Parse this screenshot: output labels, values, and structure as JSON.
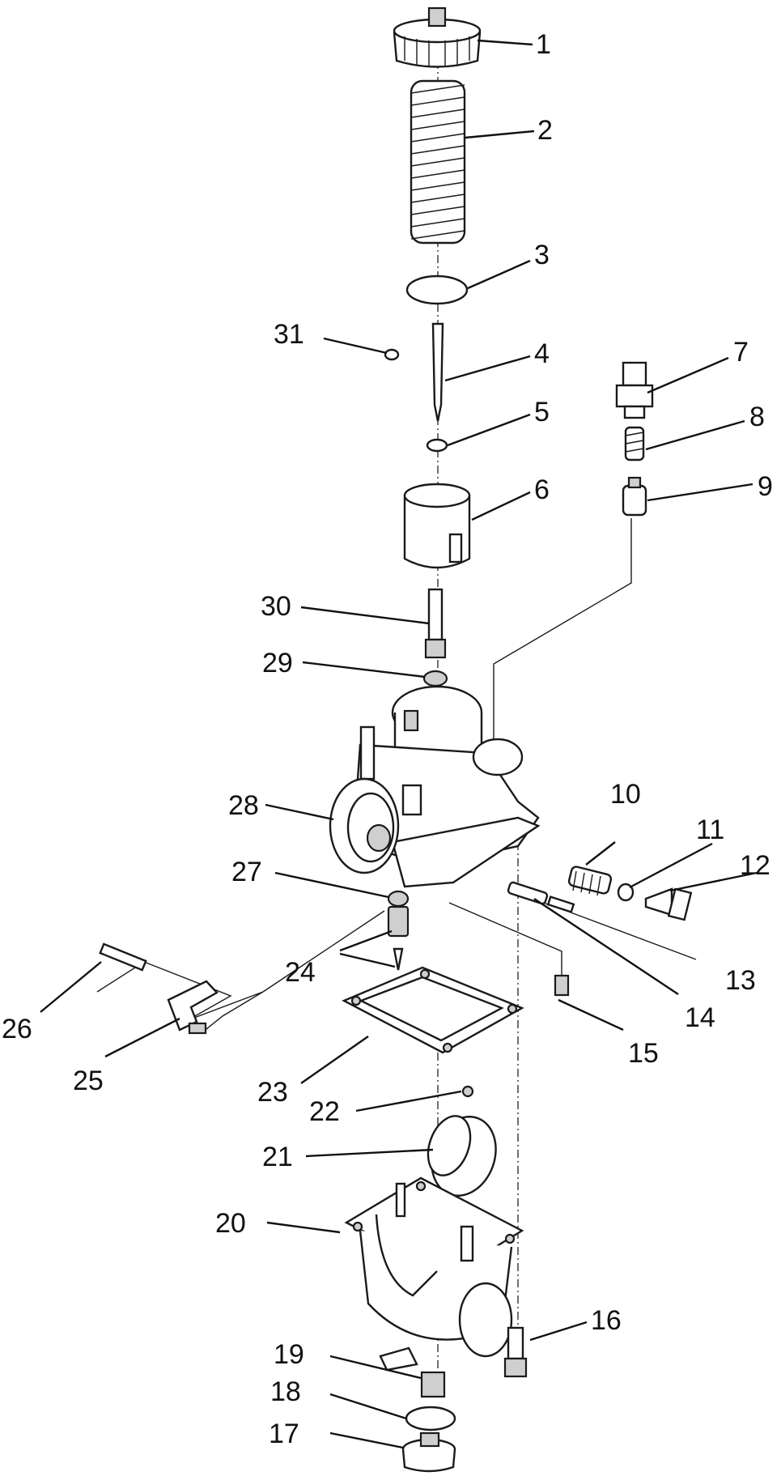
{
  "callouts": [
    "1",
    "2",
    "3",
    "4",
    "5",
    "6",
    "7",
    "8",
    "9",
    "10",
    "11",
    "12",
    "13",
    "14",
    "15",
    "16",
    "17",
    "18",
    "19",
    "20",
    "21",
    "22",
    "23",
    "24",
    "25",
    "26",
    "27",
    "28",
    "29",
    "30",
    "31"
  ]
}
